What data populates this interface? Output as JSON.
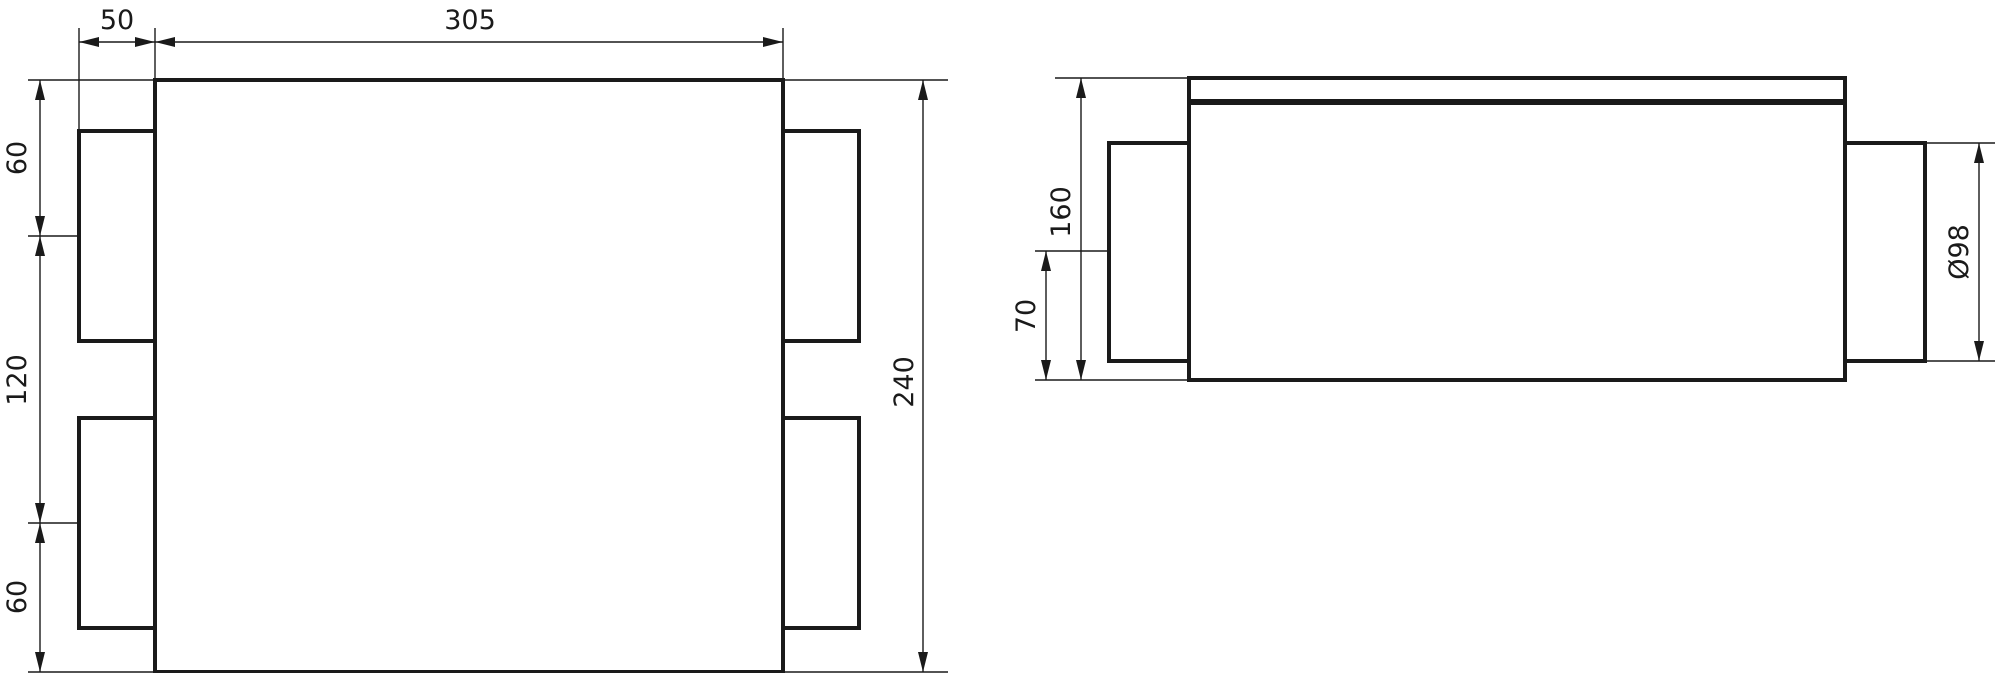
{
  "colors": {
    "ink": "#1a1a1a",
    "background": "#ffffff"
  },
  "front_view": {
    "dimensions": {
      "spigot_length": "50",
      "body_width": "305",
      "top_offset": "60",
      "spigot_spacing": "120",
      "bottom_offset": "60",
      "body_height": "240"
    }
  },
  "side_view": {
    "dimensions": {
      "overall_height": "160",
      "spigot_center_height": "70",
      "spigot_diameter": "Ø98"
    }
  }
}
